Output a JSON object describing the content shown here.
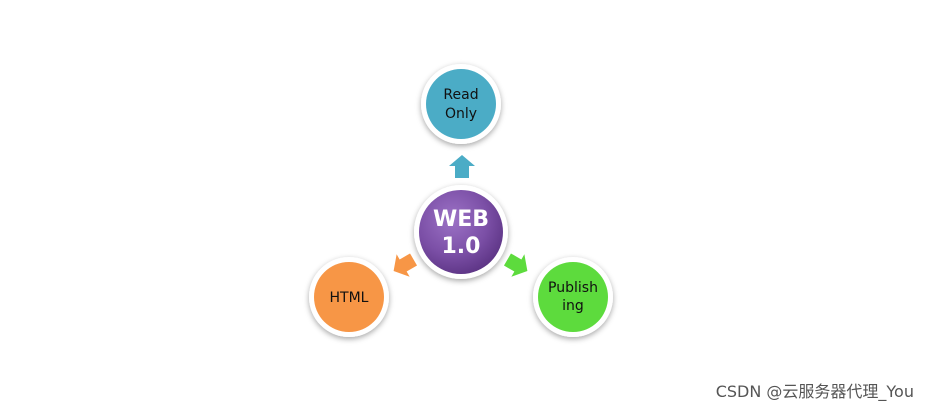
{
  "diagram": {
    "center": {
      "line1": "WEB",
      "line2": "1.0",
      "color": "#7B4FA6"
    },
    "nodes": [
      {
        "id": "read-only",
        "line1": "Read",
        "line2": "Only",
        "color": "#4BACC6"
      },
      {
        "id": "html",
        "line1": "HTML",
        "line2": "",
        "color": "#F79646"
      },
      {
        "id": "publishing",
        "line1": "Publish",
        "line2": "ing",
        "color": "#5DDB3D"
      }
    ]
  },
  "watermark": "CSDN @云服务器代理_You"
}
